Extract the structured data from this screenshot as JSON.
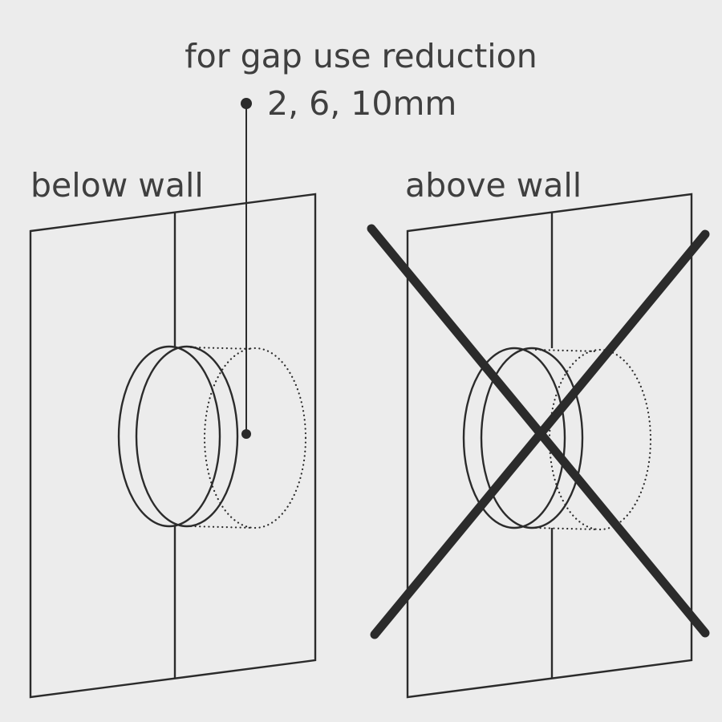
{
  "colors": {
    "background": "#ececec",
    "line": "#2b2b2b",
    "text": "#3f3f3f"
  },
  "annotation": {
    "title": "for gap use reduction",
    "sizes": "2, 6, 10mm"
  },
  "panels": {
    "below": {
      "label": "below wall"
    },
    "above": {
      "label": "above wall"
    }
  }
}
